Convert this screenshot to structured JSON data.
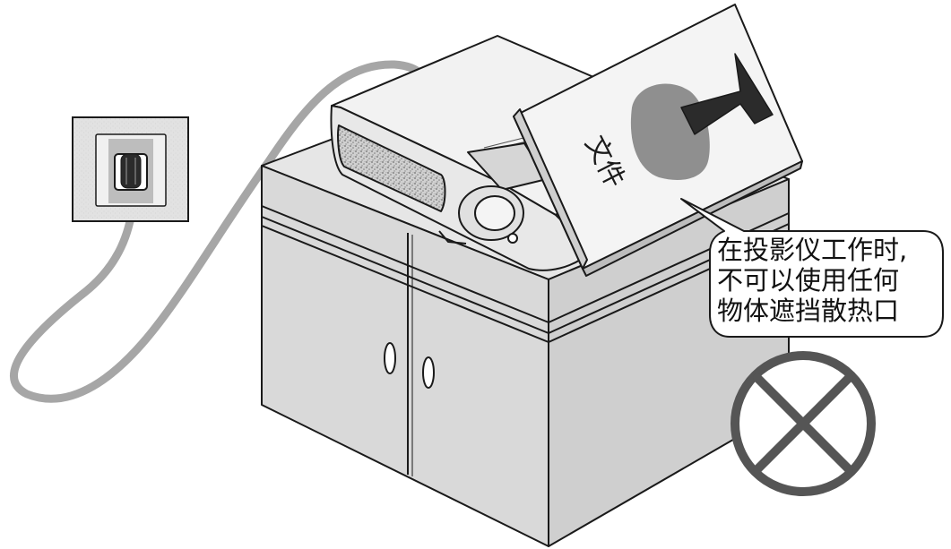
{
  "callout": {
    "lines": [
      "在投影仪工作时,",
      "不可以使用任何",
      "物体遮挡散热口"
    ]
  },
  "book": {
    "title": "文件"
  },
  "colors": {
    "outline": "#1a1a1a",
    "cabinet": "#d9d9d9",
    "cabinet_side": "#cccccc",
    "cabinet_top": "#e6e6e6",
    "cable": "#a6a6a6",
    "vent_texture": "#8c8c8c",
    "book_cover": "#f4f4f4",
    "book_blot": "#8f8f8f",
    "book_shape": "#2b2b2b",
    "prohibition_fill": "#ffffff",
    "prohibition_stroke": "#555555",
    "socket_plate": "#e0e0e0"
  },
  "icons": {
    "prohibition": "prohibition-circle-x-icon",
    "socket": "wall-socket-icon"
  }
}
